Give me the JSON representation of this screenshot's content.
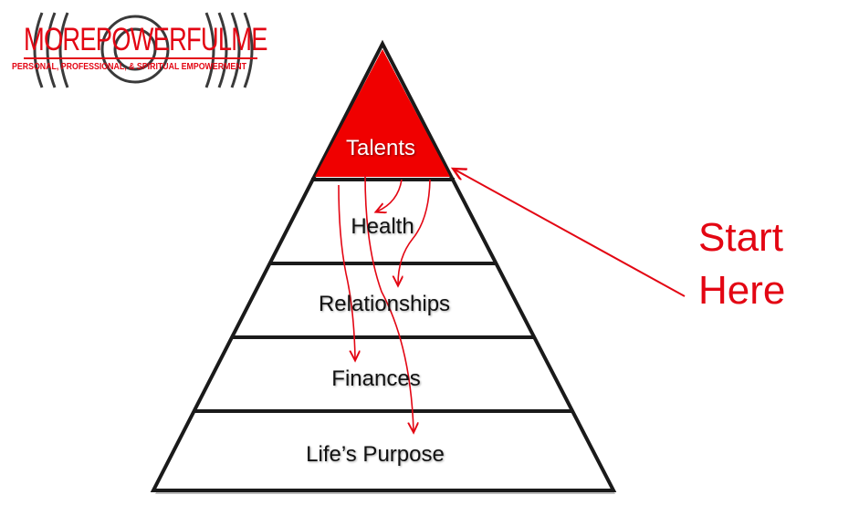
{
  "logo": {
    "name": "MOREPOWERFULME",
    "tagline": "PERSONAL, PROFESSIONAL, & SPIRITUAL EMPOWERMENT"
  },
  "pyramid": {
    "levels": [
      {
        "label": "Talents",
        "highlighted": true
      },
      {
        "label": "Health",
        "highlighted": false
      },
      {
        "label": "Relationships",
        "highlighted": false
      },
      {
        "label": "Finances",
        "highlighted": false
      },
      {
        "label": "Life’s Purpose",
        "highlighted": false
      }
    ]
  },
  "callout": {
    "text": "Start\nHere"
  },
  "colors": {
    "accent_red": "#e30613",
    "highlight_fill": "#f00000",
    "outline": "#1a1a1a",
    "logo_rings": "#3a3a3a"
  }
}
